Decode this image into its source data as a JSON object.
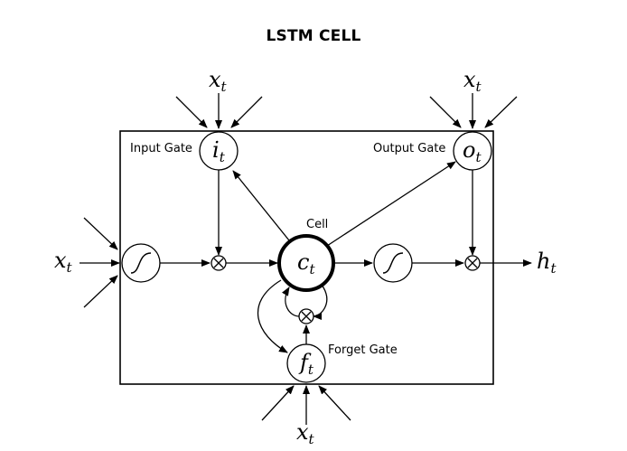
{
  "title": "LSTM CELL",
  "labels": {
    "input_gate": "Input Gate",
    "output_gate": "Output Gate",
    "cell": "Cell",
    "forget_gate": "Forget Gate"
  },
  "symbols": {
    "x_main": "x",
    "x_sub": "t",
    "i_main": "i",
    "i_sub": "t",
    "o_main": "o",
    "o_sub": "t",
    "c_main": "c",
    "c_sub": "t",
    "f_main": "f",
    "f_sub": "t",
    "h_main": "h",
    "h_sub": "t"
  }
}
